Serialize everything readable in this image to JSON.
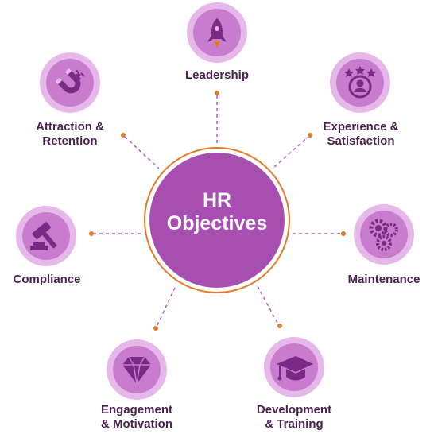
{
  "center": {
    "line1": "HR",
    "line2": "Objectives"
  },
  "objectives": [
    {
      "id": "leadership",
      "icon": "rocket-icon",
      "lines": [
        "Leadership"
      ]
    },
    {
      "id": "experience",
      "icon": "rating-stars-icon",
      "lines": [
        "Experience &",
        "Satisfaction"
      ]
    },
    {
      "id": "maintenance",
      "icon": "gears-icon",
      "lines": [
        "Maintenance"
      ]
    },
    {
      "id": "development",
      "icon": "graduation-cap-icon",
      "lines": [
        "Development",
        "& Training"
      ]
    },
    {
      "id": "engagement",
      "icon": "diamond-icon",
      "lines": [
        "Engagement",
        "& Motivation"
      ]
    },
    {
      "id": "compliance",
      "icon": "gavel-icon",
      "lines": [
        "Compliance"
      ]
    },
    {
      "id": "attraction",
      "icon": "magnet-icon",
      "lines": [
        "Attraction &",
        "Retention"
      ]
    }
  ],
  "colors": {
    "center_fill": "#a74fb0",
    "ring": "#e07b2a",
    "icon_outer": "#e6b8ea",
    "icon_inner": "#c77ccd",
    "icon_glyph": "#7a2a84",
    "connector": "#b25cbb",
    "dot": "#e07b2a",
    "label": "#4a2150"
  }
}
